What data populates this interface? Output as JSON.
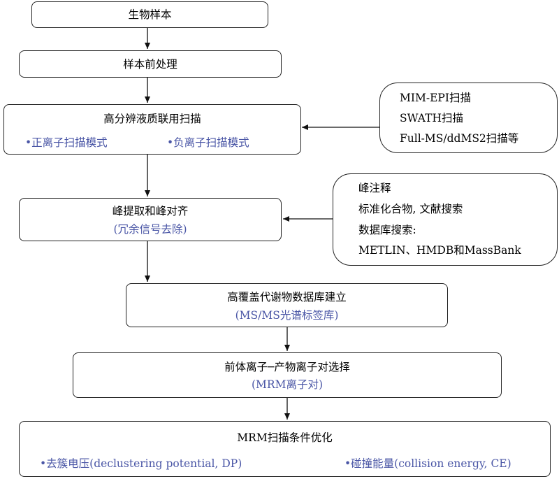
{
  "nodes": {
    "sample": {
      "title": "生物样本"
    },
    "pretreat": {
      "title": "样本前处理"
    },
    "hrms": {
      "title": "高分辨液质联用扫描",
      "mode_pos": "•正离子扫描模式",
      "mode_neg": "•负离子扫描模式"
    },
    "scan_methods": {
      "lines": [
        "MIM-EPI扫描",
        "SWATH扫描",
        "Full-MS/ddMS2扫描等"
      ]
    },
    "peak_align": {
      "title": "峰提取和峰对齐",
      "subtitle": "(冗余信号去除)"
    },
    "annotation": {
      "lines": [
        "峰注释",
        "标准化合物, 文献搜索",
        "数据库搜索:",
        "METLIN、HMDB和MassBank"
      ]
    },
    "database": {
      "title": "高覆盖代谢物数据库建立",
      "subtitle": "(MS/MS光谱标签库)"
    },
    "ion_pair": {
      "title": "前体离子─产物离子对选择",
      "subtitle": "(MRM离子对)"
    },
    "mrm_opt": {
      "title": "MRM扫描条件优化",
      "param_dp": "•去簇电压(declustering potential, DP)",
      "param_ce": "•碰撞能量(collision energy, CE)"
    }
  }
}
